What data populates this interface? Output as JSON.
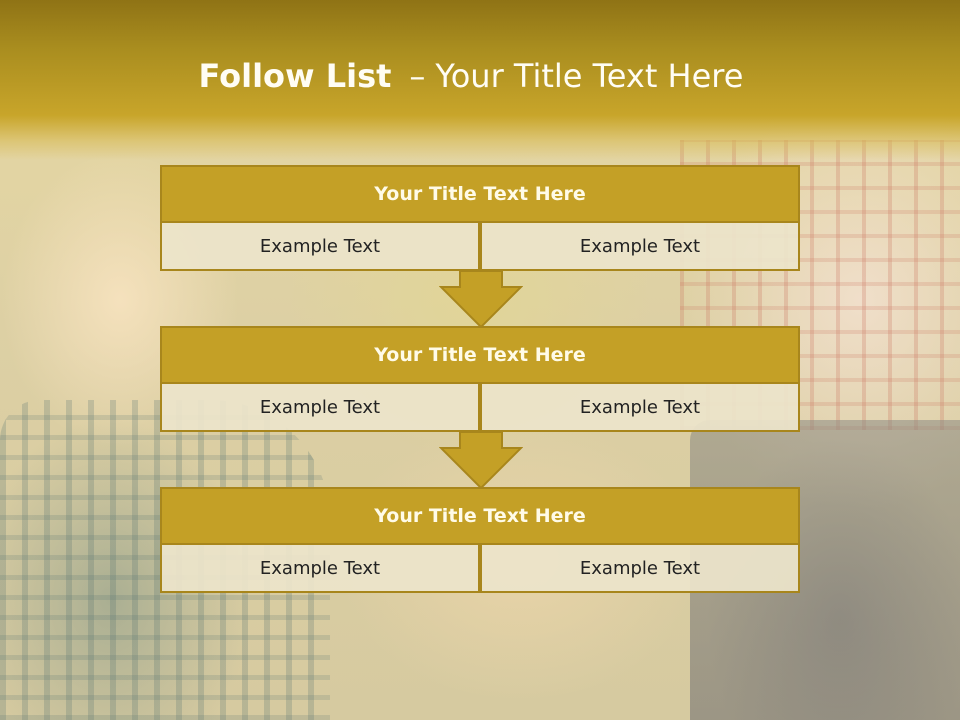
{
  "colors": {
    "title_band": "#c8a52a",
    "header_fill": "#c4a026",
    "border": "#a8861c",
    "cell_fill": "#ece4ca"
  },
  "title": {
    "bold": "Follow List",
    "separator": "–",
    "rest": "Your Title Text Here"
  },
  "blocks": [
    {
      "title": "Your Title Text Here",
      "left": "Example Text",
      "right": "Example Text"
    },
    {
      "title": "Your Title Text Here",
      "left": "Example Text",
      "right": "Example Text"
    },
    {
      "title": "Your Title Text Here",
      "left": "Example Text",
      "right": "Example Text"
    }
  ],
  "arrows": [
    "arrow-down-icon",
    "arrow-down-icon"
  ]
}
